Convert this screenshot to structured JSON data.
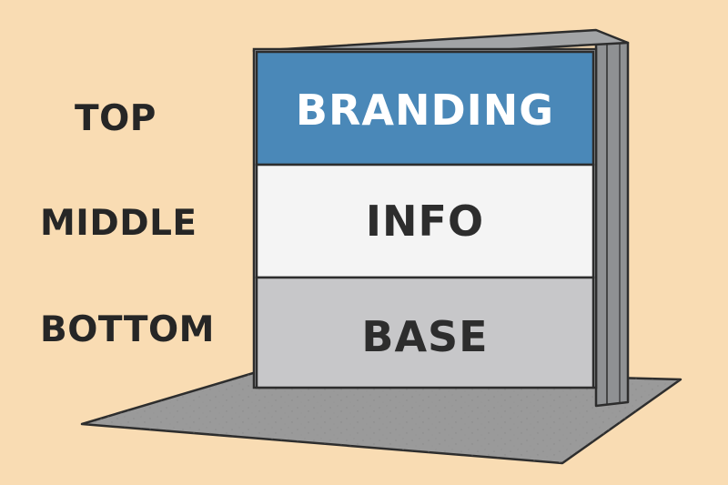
{
  "labels": {
    "top": "TOP",
    "middle": "MIDDLE",
    "bottom": "BOTTOM"
  },
  "panels": {
    "top": "BRANDING",
    "middle": "INFO",
    "bottom": "BASE"
  },
  "colors": {
    "background": "#f9dcb3",
    "branding_panel": "#4a88b8",
    "info_panel": "#f4f4f4",
    "base_panel": "#c7c7c9",
    "outline": "#2d2d2d",
    "ground": "#9a9a9a"
  }
}
